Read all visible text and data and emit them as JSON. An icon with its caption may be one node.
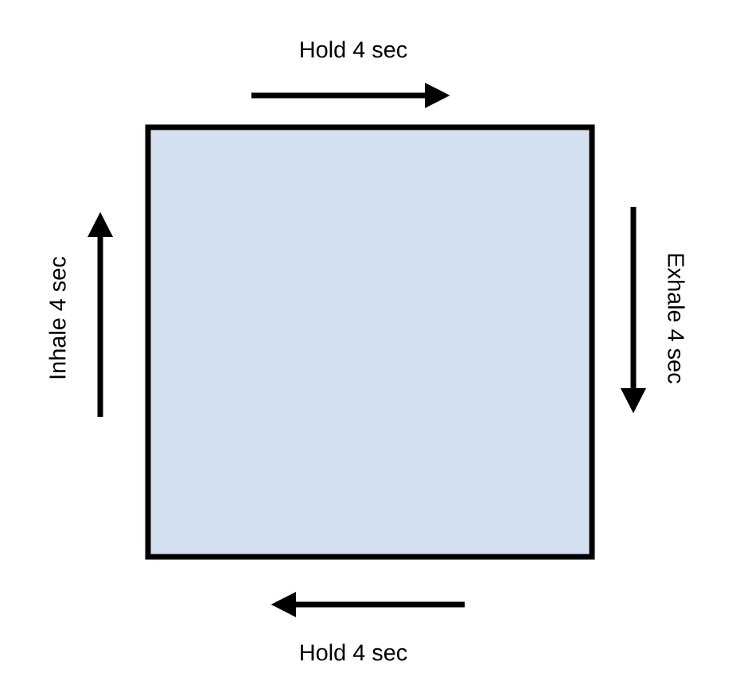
{
  "diagram": {
    "nodes": [
      {
        "text": [],
        "shape": "box"
      }
    ],
    "labels": [
      "Hold 4 sec",
      "Inhale 4 sec",
      "Exhale 4 sec",
      "Hold 4 sec"
    ]
  }
}
